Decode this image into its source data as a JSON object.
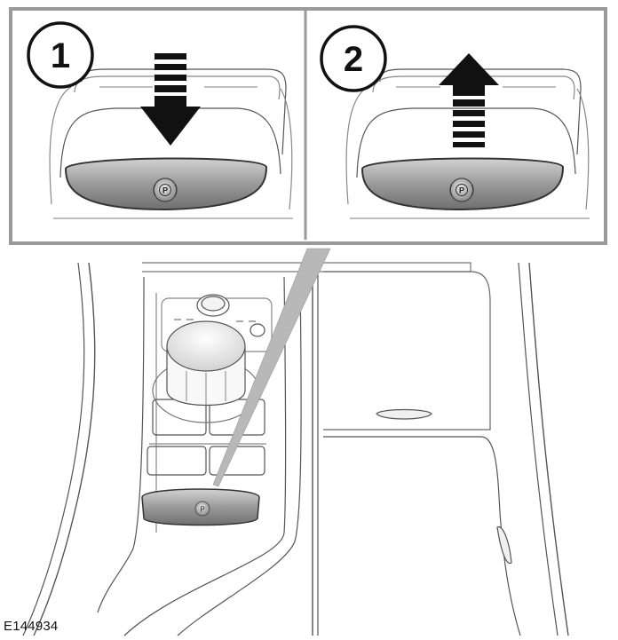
{
  "panels": [
    {
      "number": "1",
      "action": "push-down",
      "icon": "park-brake-icon",
      "icon_text": "P"
    },
    {
      "number": "2",
      "action": "pull-up",
      "icon": "park-brake-icon",
      "icon_text": "P"
    }
  ],
  "console": {
    "switch_icon": "park-brake-icon",
    "switch_text": "P"
  },
  "reference_code": "E144934"
}
